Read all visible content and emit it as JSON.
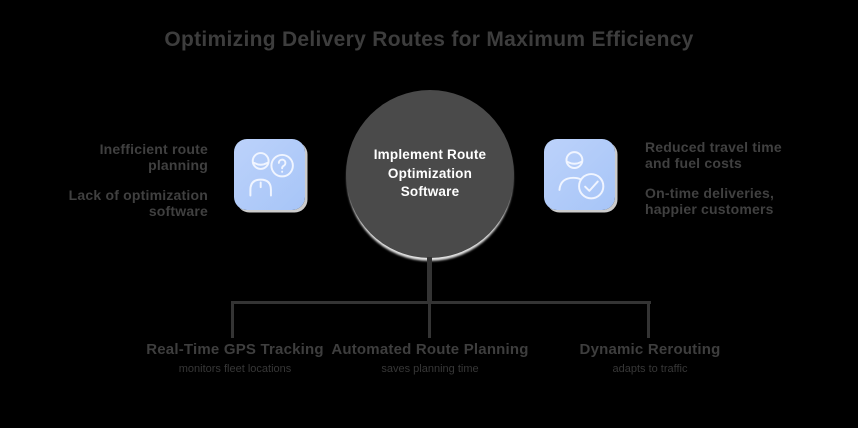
{
  "title": "Optimizing Delivery Routes for Maximum Efficiency",
  "center_node": {
    "lines": [
      "Implement Route",
      "Optimization",
      "Software"
    ]
  },
  "left": {
    "icon": "person-question-icon",
    "items": [
      {
        "line1": "Inefficient route",
        "line2": "planning"
      },
      {
        "line1": "Lack of optimization",
        "line2": "software"
      }
    ]
  },
  "right": {
    "icon": "person-check-icon",
    "items": [
      {
        "line1": "Reduced travel time",
        "line2": "and fuel costs"
      },
      {
        "line1": "On-time deliveries,",
        "line2": "happier customers"
      }
    ]
  },
  "children": [
    {
      "label": "Real-Time GPS Tracking",
      "sublabel": "monitors fleet locations"
    },
    {
      "label": "Automated Route Planning",
      "sublabel": "saves planning time"
    },
    {
      "label": "Dynamic Rerouting",
      "sublabel": "adapts to traffic"
    }
  ],
  "colors": {
    "background": "#000000",
    "title_text": "#3d3d3d",
    "side_text": "#404040",
    "node_fill": "#4a4a4a",
    "node_text": "#ffffff",
    "icon_box": "#a7c5f8",
    "icon_box_light": "#bcd2fa",
    "icon_stroke": "#f3f7ff",
    "connector": "#343434",
    "child_label": "#3e3e3e",
    "child_sublabel": "#373737"
  }
}
